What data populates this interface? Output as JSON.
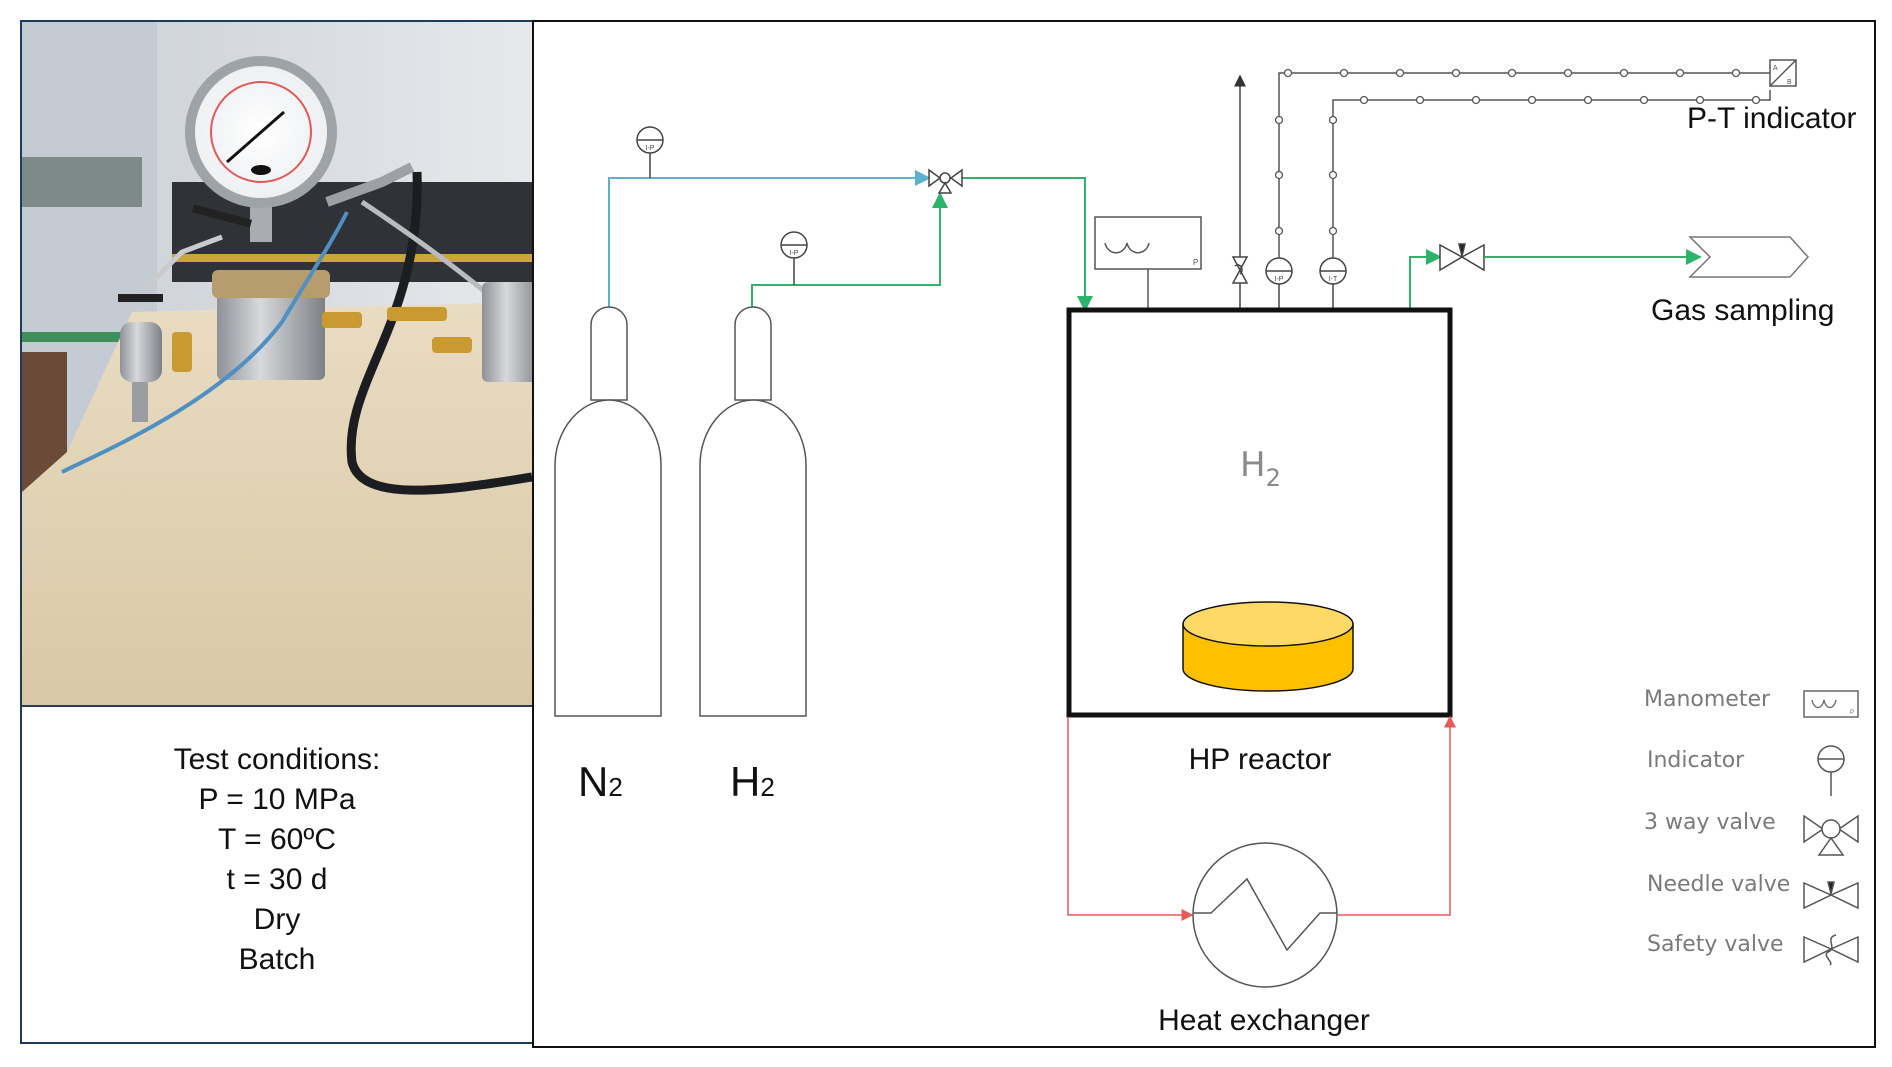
{
  "figure": {
    "photo": {
      "description": "Photograph of high-pressure batch reactor with pressure gauge, valves and tubing"
    },
    "test_conditions": {
      "title": "Test conditions:",
      "lines": [
        "P = 10 MPa",
        "T = 60ºC",
        "t = 30 d",
        "Dry",
        "Batch"
      ]
    },
    "diagram": {
      "cylinders": [
        {
          "gas": "N",
          "sub": "2",
          "line_color": "#5bb3d0"
        },
        {
          "gas": "H",
          "sub": "2",
          "line_color": "#2db36a"
        }
      ],
      "indicator_tags": {
        "pressure": "I-P",
        "temperature": "I-T"
      },
      "manometer_tag": "P",
      "reactor": {
        "label": "HP reactor",
        "gas": "H",
        "gas_sub": "2",
        "sample_color": "#ffc000",
        "sample_top_color": "#ffd966"
      },
      "heat_exchanger": {
        "label": "Heat exchanger",
        "loop_color": "#e85a5a"
      },
      "pt_indicator": {
        "label": "P-T indicator",
        "tag_a": "A",
        "tag_b": "B"
      },
      "gas_sampling": {
        "label": "Gas sampling"
      },
      "process_color": "#2db36a",
      "signal_color": "#555555"
    },
    "legend": {
      "items": [
        {
          "label": "Manometer",
          "icon": "manometer-icon"
        },
        {
          "label": "Indicator",
          "icon": "indicator-icon"
        },
        {
          "label": "3 way valve",
          "icon": "three-way-valve-icon"
        },
        {
          "label": "Needle valve",
          "icon": "needle-valve-icon"
        },
        {
          "label": "Safety valve",
          "icon": "safety-valve-icon"
        }
      ]
    }
  }
}
